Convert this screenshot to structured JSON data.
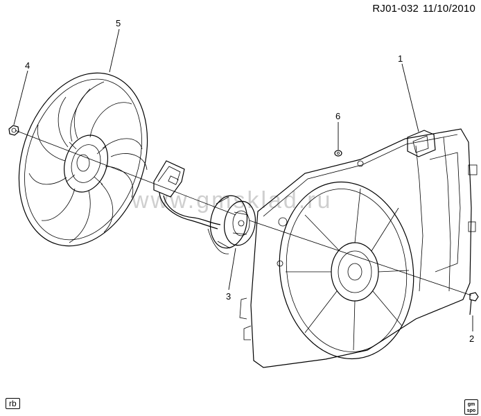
{
  "header": {
    "diagram_id": "RJ01-032",
    "date": "11/10/2010"
  },
  "watermark": "www.gmsklad.ru",
  "callouts": [
    {
      "id": "c1",
      "label": "1"
    },
    {
      "id": "c2",
      "label": "2"
    },
    {
      "id": "c3",
      "label": "3"
    },
    {
      "id": "c4",
      "label": "4"
    },
    {
      "id": "c5",
      "label": "5"
    },
    {
      "id": "c6",
      "label": "6"
    }
  ],
  "footer": {
    "tag": "rb",
    "logo_top": "gm",
    "logo_bottom": "spo"
  }
}
